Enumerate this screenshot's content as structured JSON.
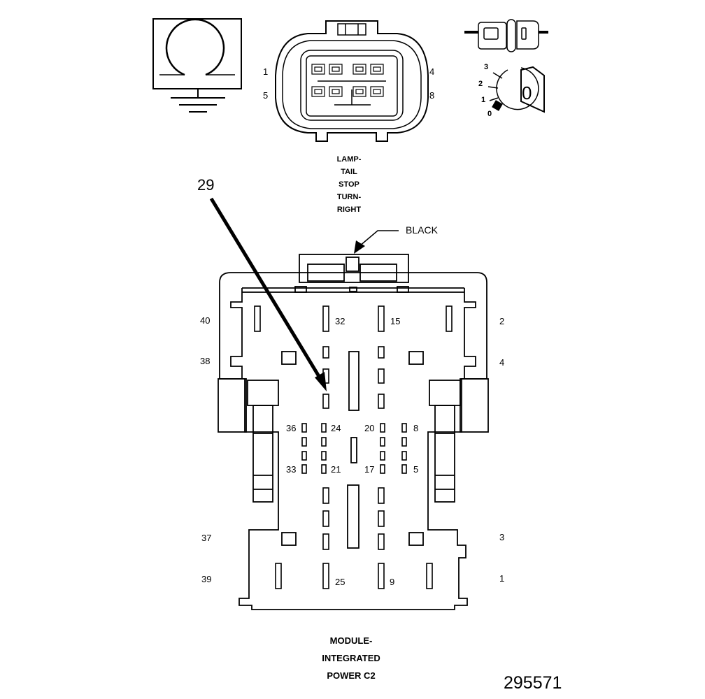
{
  "lamp_connector": {
    "caption": [
      "LAMP-",
      "TAIL",
      "STOP",
      "TURN-",
      "RIGHT"
    ],
    "pins": {
      "top_left": "1",
      "bottom_left": "5",
      "top_right": "4",
      "bottom_right": "8"
    }
  },
  "ignition_switch": {
    "positions": [
      "3",
      "2",
      "1",
      "0"
    ],
    "key_symbol": "0"
  },
  "module_connector": {
    "callout": "29",
    "color_label": "BLACK",
    "caption": [
      "MODULE-",
      "INTEGRATED",
      "POWER C2"
    ],
    "outer_pins": {
      "left": [
        "40",
        "38",
        "37",
        "39"
      ],
      "right": [
        "2",
        "4",
        "3",
        "1"
      ]
    },
    "cavity_labels": {
      "row1": [
        "32",
        "15"
      ],
      "mid_top": [
        "36",
        "24",
        "20",
        "8"
      ],
      "mid_bottom": [
        "33",
        "21",
        "17",
        "5"
      ],
      "bottom": [
        "25",
        "9"
      ]
    }
  },
  "figure_number": "295571"
}
